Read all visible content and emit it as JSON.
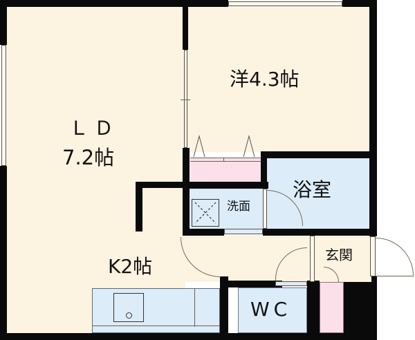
{
  "floor_plan": {
    "rooms": {
      "ld": {
        "line1": "ＬＤ",
        "line2": "7.2帖"
      },
      "western": {
        "label": "洋4.3帖"
      },
      "kitchen": {
        "label": "K2帖"
      },
      "bath": {
        "label": "浴室"
      },
      "washroom": {
        "label": "洗面"
      },
      "entrance": {
        "label": "玄関"
      },
      "toilet": {
        "label": "WC"
      }
    },
    "colors": {
      "floor": "#fdf3e1",
      "wet_area": "#dcecf8",
      "closet": "#fbe0ea",
      "wall": "#0a0a0a"
    }
  }
}
